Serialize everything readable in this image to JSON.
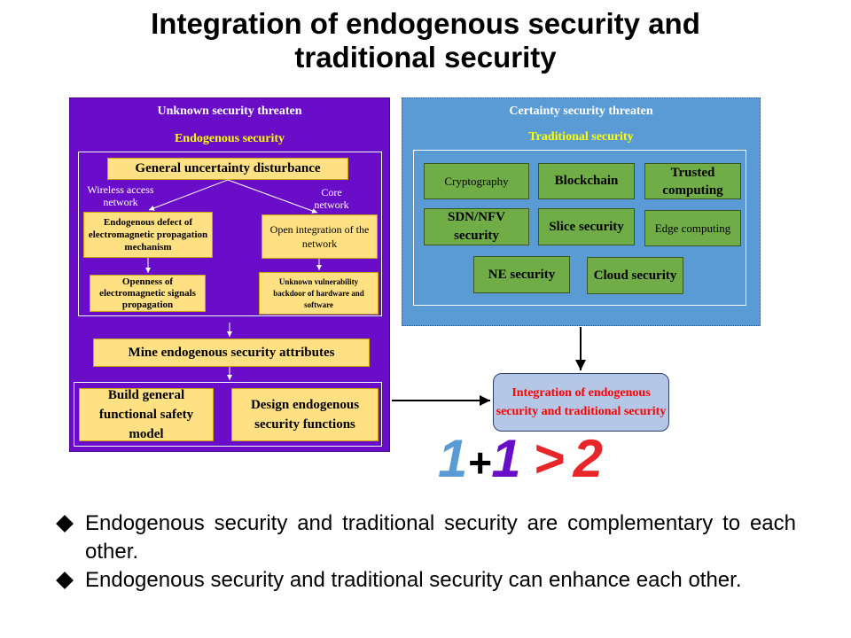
{
  "title": {
    "line1": "Integration of endogenous security and",
    "line2": "traditional security"
  },
  "left_panel": {
    "header": "Unknown security threaten",
    "subheader": "Endogenous security",
    "disturbance": "General uncertainty disturbance",
    "wireless_label": "Wireless access network",
    "core_label": "Core network",
    "defect_box": "Endogenous defect of electromagnetic propagation mechanism",
    "open_integration_box": "Open integration of the network",
    "openness_box": "Openness of electromagnetic signals propagation",
    "vulnerability_box": "Unknown vulnerability backdoor of hardware and software",
    "mine_box": "Mine endogenous security attributes",
    "build_box": "Build general functional safety model",
    "design_box": "Design endogenous security functions"
  },
  "right_panel": {
    "header": "Certainty security threaten",
    "subheader": "Traditional security",
    "items": {
      "cryptography": "Cryptography",
      "blockchain": "Blockchain",
      "trusted": "Trusted computing",
      "sdn": "SDN/NFV security",
      "slice": "Slice security",
      "edge": "Edge computing",
      "ne": "NE security",
      "cloud": "Cloud security"
    }
  },
  "result_box": "Integration of endogenous security and traditional security",
  "equation": {
    "one_a": "1",
    "plus": "+",
    "one_b": "1",
    "gt": ">",
    "two": "2"
  },
  "bullets": [
    "Endogenous security and traditional security are complementary to each other.",
    "Endogenous security and traditional security can enhance each other."
  ],
  "colors": {
    "endogenous_panel": "#6a0dc8",
    "traditional_panel": "#5b9bd5",
    "yellow_box": "#ffe082",
    "green_box": "#70ad47",
    "result_fill": "#b4c7e7",
    "result_text": "#ff0000"
  }
}
